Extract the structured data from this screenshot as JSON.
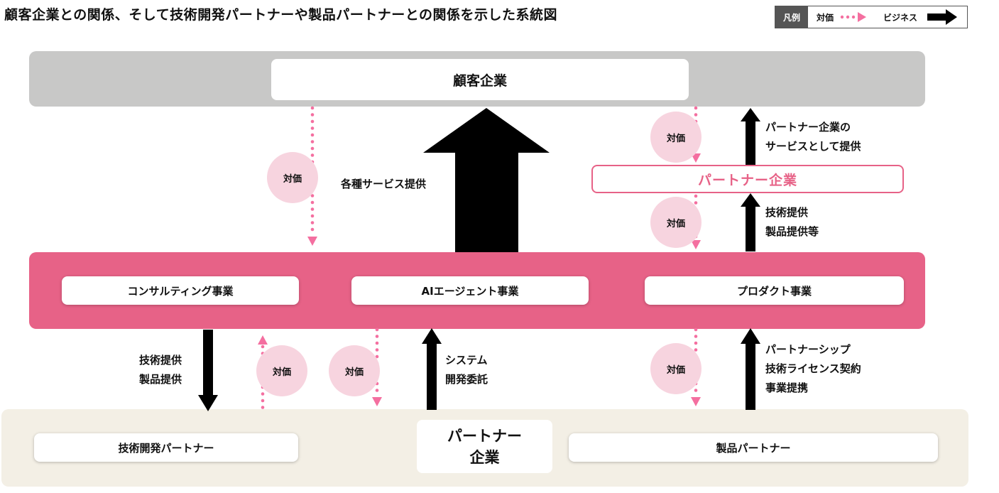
{
  "title": "顧客企業との関係、そして技術開発パートナーや製品パートナーとの関係を示した系統図",
  "legend": {
    "tag": "凡例",
    "items": [
      {
        "label": "対価",
        "style": "pink-dotted-arrow"
      },
      {
        "label": "ビジネス",
        "style": "black-block-arrow"
      }
    ]
  },
  "colors": {
    "accent_pink": "#e76287",
    "payment_pink": "#f46fa0",
    "payment_circle": "#f7d4df",
    "customer_band": "#c8c8c7",
    "partner_band": "#f3efe5",
    "arrow_black": "#000000"
  },
  "nodes": {
    "customer": "顧客企業",
    "partner_inline": "パートナー企業",
    "businesses": [
      "コンサルティング事業",
      "AIエージェント事業",
      "プロダクト事業"
    ],
    "partner_center": [
      "パートナー",
      "企業"
    ],
    "tech_partner": "技術開発パートナー",
    "product_partner": "製品パートナー"
  },
  "payment_label": "対価",
  "flows": {
    "services": "各種サービス提供",
    "partner_service": [
      "パートナー企業の",
      "サービスとして提供"
    ],
    "tech_product_provision": [
      "技術提供",
      "製品提供等"
    ],
    "consulting_to_tech": [
      "技術提供",
      "製品提供"
    ],
    "system_dev": [
      "システム",
      "開発委託"
    ],
    "product_partnership": [
      "パートナーシップ",
      "技術ライセンス契約",
      "事業提携"
    ]
  }
}
